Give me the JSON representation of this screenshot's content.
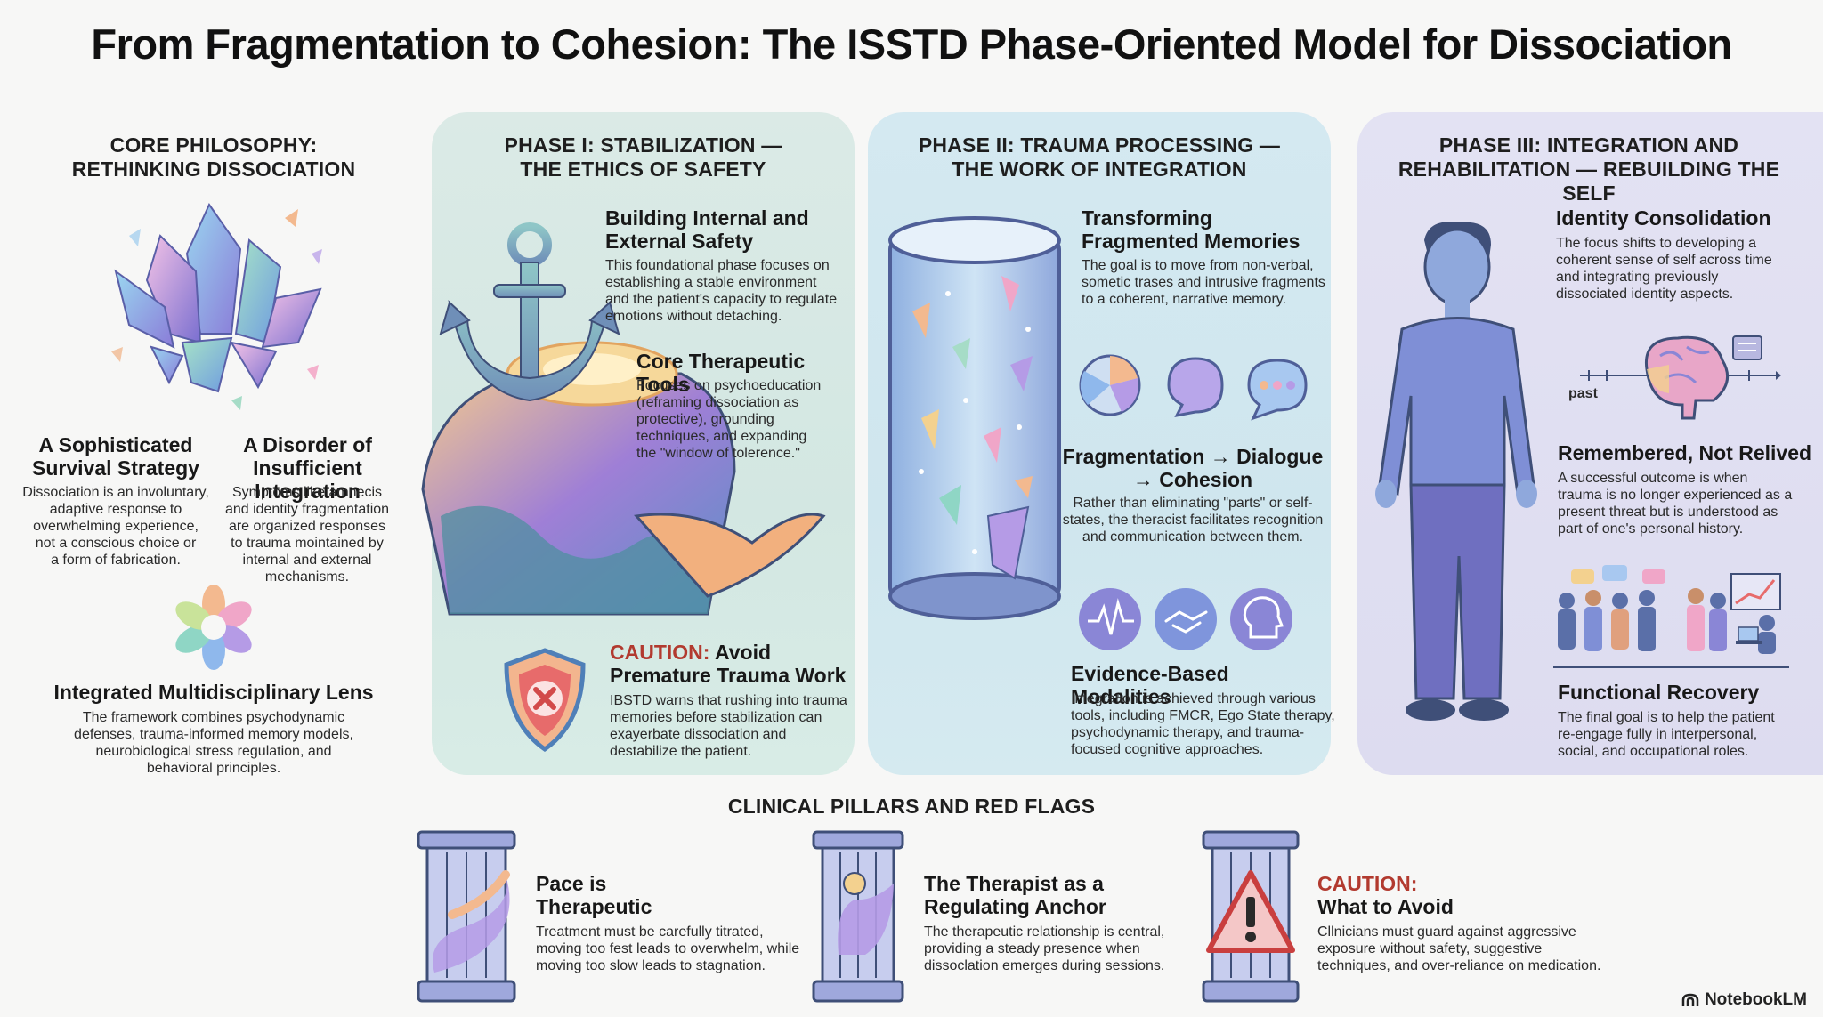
{
  "title": "From Fragmentation to Cohesion: The ISSTD Phase-Oriented Model for Dissociation",
  "core": {
    "title_line1": "CORE PHILOSOPHY:",
    "title_line2": "RETHINKING DISSOCIATION",
    "survival": {
      "heading_line1": "A Sophisticated",
      "heading_line2": "Survival Strategy",
      "text": [
        "Dissociation is an involuntary,",
        "adaptive response to",
        "overwhelming experience,",
        "not a conscious choice or",
        "a form of fabrication."
      ]
    },
    "disorder": {
      "heading_line1": "A Disorder of",
      "heading_line2": "Insufficient Integration",
      "text": [
        "Symptoms like amnecis",
        "and identity fragmentation",
        "are organized responses",
        "to trauma mointained by",
        "internal and external",
        "mechanisms."
      ]
    },
    "lens": {
      "heading": "Integrated Multidisciplinary Lens",
      "text": [
        "The framework combines psychodynamic",
        "defenses, trauma-informed memory models,",
        "neurobiological stress regulation, and",
        "behavioral principles."
      ]
    }
  },
  "phase1": {
    "title_line1": "PHASE I: STABILIZATION —",
    "title_line2": "THE ETHICS OF SAFETY",
    "safety": {
      "heading_line1": "Building Internal and",
      "heading_line2": "External Safety",
      "text": [
        "This foundational phase focuses on",
        "establishing a stable environment",
        "and the patient's capacity to regulate",
        "emotions without detaching."
      ]
    },
    "tools": {
      "heading": "Core Therapeutic Tools",
      "text": [
        "Focuses on psychoeducation",
        "(reframing dissociation as",
        "protective), grounding",
        "techniques, and expanding",
        "the \"window of tolerence.\""
      ]
    },
    "caution": {
      "label": "CAUTION:",
      "heading_rest": " Avoid",
      "heading_line2": "Premature Trauma Work",
      "text": [
        "IBSTD warns that rushing into trauma",
        "memories before stabilization can",
        "exayerbate dissociation and",
        "destabilize the patient."
      ]
    }
  },
  "phase2": {
    "title_line1": "PHASE II: TRAUMA PROCESSING —",
    "title_line2": "THE WORK OF INTEGRATION",
    "transform": {
      "heading_line1": "Transforming",
      "heading_line2": "Fragmented Memories",
      "text": [
        "The goal is to move from non-verbal,",
        "sometic trases and intrusive fragments",
        "to a coherent, narrative memory."
      ]
    },
    "dialogue": {
      "heading_line1": "Fragmentation → Dialogue",
      "heading_line2": "→ Cohesion",
      "text": [
        "Rather than eliminating \"parts\" or self-",
        "states, the theracist facilitates recognition",
        "and communication between them."
      ]
    },
    "evidence": {
      "heading": "Evidence-Based Modalities",
      "text": [
        "Integration is achieved through various",
        "tools, including FMCR, Ego State therapy,",
        "psychodynamic therapy, and trauma-",
        "focused cognitive approaches."
      ]
    }
  },
  "phase3": {
    "title_line1": "PHASE III: INTEGRATION AND",
    "title_line2": "REHABILITATION — REBUILDING THE SELF",
    "identity": {
      "heading": "Identity Consolidation",
      "text": [
        "The focus shifts to developing a",
        "coherent sense of self across time",
        "and integrating previously",
        "dissociated identity aspects."
      ]
    },
    "timeline_label": "past",
    "remembered": {
      "heading": "Remembered, Not Relived",
      "text": [
        "A successful outcome is when",
        "trauma is no longer experienced as a",
        "present threat but is understood as",
        "part of one's personal history."
      ]
    },
    "functional": {
      "heading": "Functional Recovery",
      "text": [
        "The final goal is to help the patient",
        "re-engage fully in interpersonal,",
        "social, and occupational roles."
      ]
    }
  },
  "pillars": {
    "title": "CLINICAL PILLARS AND RED FLAGS",
    "pace": {
      "heading_line1": "Pace is",
      "heading_line2": "Therapeutic",
      "text": [
        "Treatment must be carefully titrated,",
        "moving too fest leads to overwhelm, while",
        "moving too slow leads to stagnation."
      ]
    },
    "therapist": {
      "heading_line1": "The Therapist as a",
      "heading_line2": "Regulating Anchor",
      "text": [
        "The therapeutic relationship is central,",
        "providing a steady presence when",
        "dissoclation emerges during sessions."
      ]
    },
    "avoid": {
      "heading_line1": "CAUTION:",
      "heading_line2": "What to Avoid",
      "text": [
        "Cllnicians must guard against aggressive",
        "exposure without safety, suggestive",
        "techniques, and over-reliance on medication."
      ]
    }
  },
  "brand": "NotebookLM",
  "colors": {
    "caution": "#b23a2f",
    "phase1_bg": "#d6e8e3",
    "phase2_bg": "#d2e8f0",
    "phase3_bg": "#e0dff2"
  }
}
